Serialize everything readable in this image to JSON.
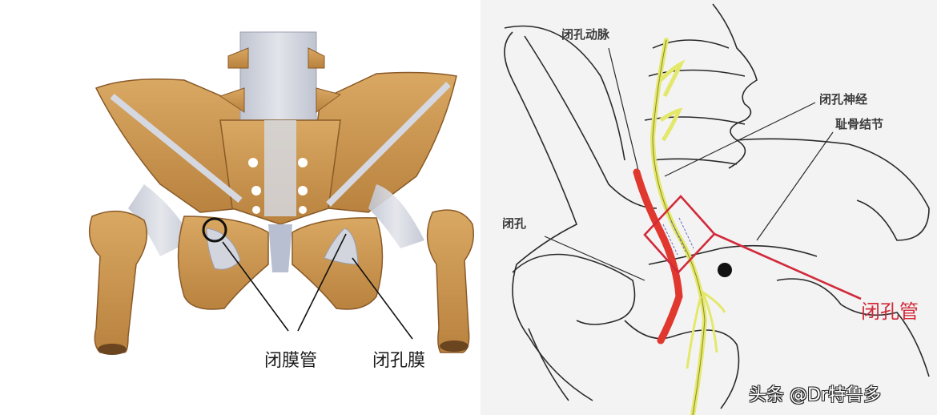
{
  "left_figure": {
    "title": "pelvis-anterior-view",
    "labels": {
      "obturator_membrane_canal": "闭膜管",
      "obturator_membrane": "闭孔膜"
    },
    "colors": {
      "bone": "#c9954f",
      "ligament": "#c8ccd6",
      "circle_marker": "#111111",
      "pointer_line": "#111111"
    }
  },
  "right_figure": {
    "title": "obturator-canal-diagram",
    "labels": {
      "obturator_artery": "闭孔动脉",
      "obturator_nerve": "闭孔神经",
      "pubic_tubercle": "耻骨结节",
      "obturator_foramen": "闭孔",
      "obturator_canal": "闭孔管"
    },
    "colors": {
      "artery": "#e0372e",
      "nerve": "#e4e86a",
      "highlight_box": "#d22a3a",
      "outline": "#2a2a2a"
    }
  },
  "watermark": "头条 @Dr特鲁多"
}
